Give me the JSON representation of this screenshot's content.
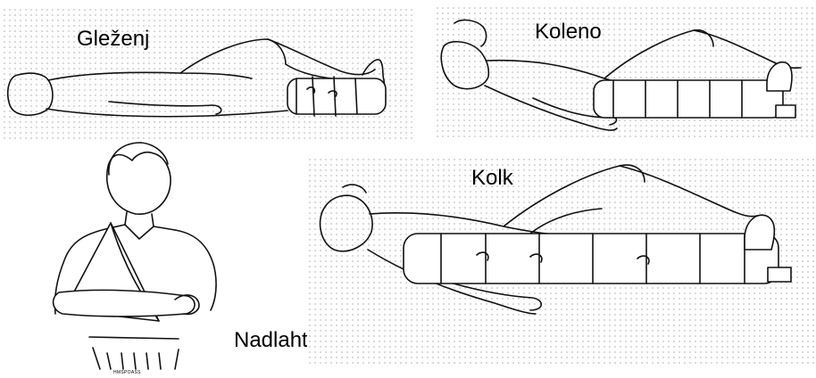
{
  "panels": [
    {
      "id": "ankle",
      "label": "Gleženj"
    },
    {
      "id": "knee",
      "label": "Koleno"
    },
    {
      "id": "arm",
      "label": "Nadlahtnica",
      "credit": "HMSPOASS"
    },
    {
      "id": "hip",
      "label": "Kolk"
    }
  ],
  "colors": {
    "line": "#111111",
    "dot": "#cfcfcf",
    "background": "#ffffff"
  },
  "icons": [
    "ankle-splint-illustration",
    "knee-splint-illustration",
    "arm-sling-illustration",
    "hip-splint-illustration"
  ]
}
